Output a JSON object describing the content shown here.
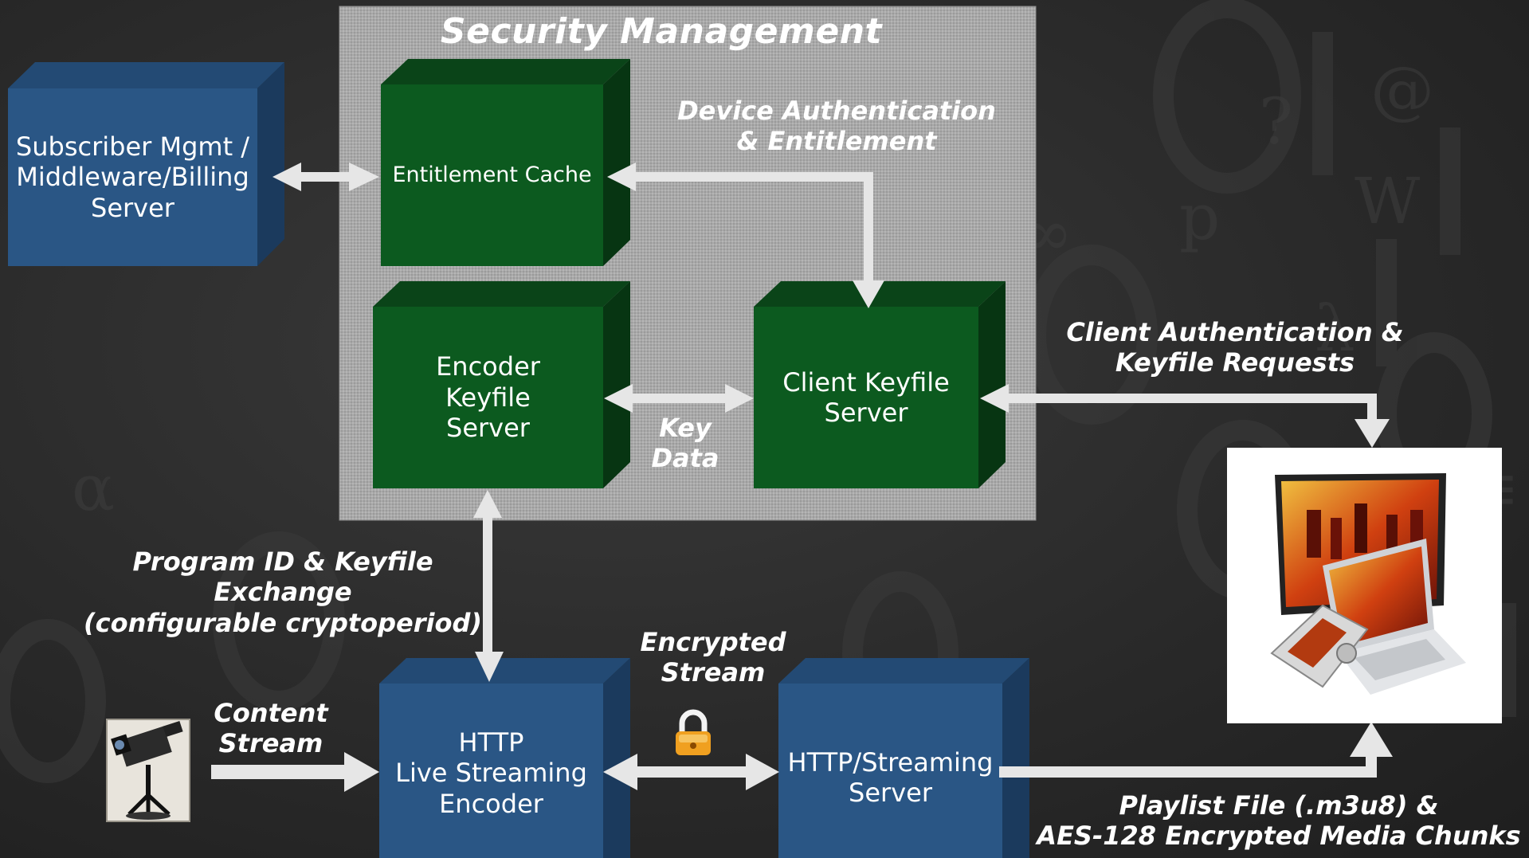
{
  "panel": {
    "title": "Security Management"
  },
  "nodes": {
    "subscriber": "Subscriber Mgmt /\nMiddleware/Billing\nServer",
    "entitlement_cache": "Entitlement Cache",
    "encoder_keyfile": "Encoder\nKeyfile\nServer",
    "client_keyfile": "Client Keyfile\nServer",
    "hls_encoder": "HTTP\nLive Streaming\nEncoder",
    "streaming_server": "HTTP/Streaming\nServer"
  },
  "edges": {
    "device_auth": "Device Authentication\n& Entitlement",
    "client_auth": "Client Authentication &\nKeyfile Requests",
    "key_data": "Key\nData",
    "program_id": "Program ID & Keyfile\nExchange\n(configurable cryptoperiod)",
    "encrypted_stream": "Encrypted\nStream",
    "content_stream": "Content\nStream",
    "playlist": "Playlist File (.m3u8) &\nAES-128 Encrypted Media Chunks"
  },
  "icons": {
    "camera": "video-camera-icon",
    "lock": "padlock-icon",
    "devices": "client-devices-icon"
  },
  "colors": {
    "background": "#2a2a2a",
    "security_panel": "#a8a8a8",
    "green_front": "#0c5a1f",
    "green_top": "#0a4418",
    "green_side": "#073512",
    "blue_front": "#2a5685",
    "blue_top": "#234a74",
    "blue_side": "#1b3a5d",
    "arrow": "#e6e6e6",
    "lock": "#f0a020"
  }
}
